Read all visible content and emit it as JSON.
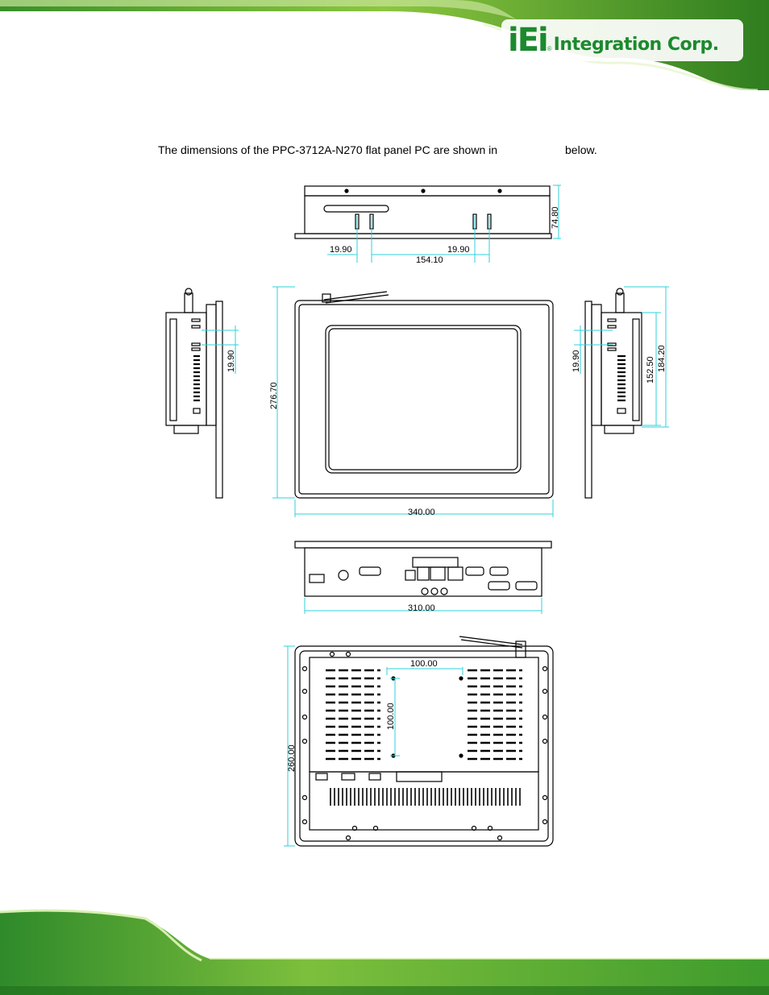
{
  "brand": {
    "mark": "iEi",
    "registered": "®",
    "name": "Integration Corp."
  },
  "intro": {
    "before": "The dimensions of the PPC-3712A-N270 flat panel PC are shown in",
    "after": "below."
  },
  "dimensions": {
    "top_height": "74.80",
    "top_offset_left": "19.90",
    "top_offset_right": "19.90",
    "top_span": "154.10",
    "left_side_offset": "19.90",
    "front_height": "276.70",
    "front_width": "340.00",
    "right_side_offset": "19.90",
    "right_inner_height": "152.50",
    "right_outer_height": "184.20",
    "bottom_width": "310.00",
    "rear_vesa_width": "100.00",
    "rear_vesa_height": "100.00",
    "rear_height": "260.00"
  }
}
